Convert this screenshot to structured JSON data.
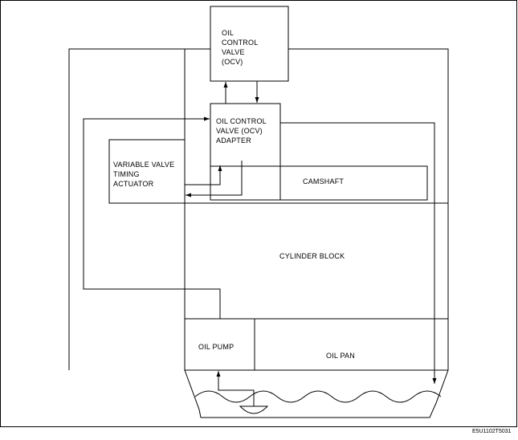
{
  "diagram": {
    "ocv": {
      "lines": [
        "OIL",
        "CONTROL",
        "VALVE",
        "(OCV)"
      ]
    },
    "ocv_adapter": {
      "lines": [
        "OIL CONTROL",
        "VALVE (OCV)",
        "ADAPTER"
      ]
    },
    "vvt_actuator": {
      "lines": [
        "VARIABLE VALVE",
        "TIMING",
        "ACTUATOR"
      ]
    },
    "camshaft": "CAMSHAFT",
    "cylinder_block": "CYLINDER BLOCK",
    "oil_pump": "OIL PUMP",
    "oil_pan": "OIL PAN",
    "figure_code": "E5U1102T5031"
  }
}
